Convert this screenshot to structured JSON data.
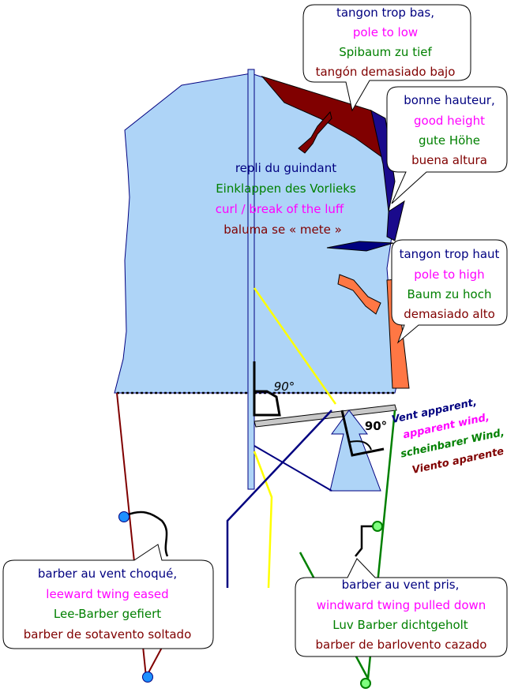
{
  "colors": {
    "sail": "#aed4f7",
    "navy": "#000080",
    "magenta": "#ff00ff",
    "green": "#008000",
    "maroon": "#800000",
    "orange": "#ff7744",
    "yellow": "#ffff00"
  },
  "callouts": {
    "pole_too_low": [
      "tangon trop bas,",
      "pole to low",
      "Spibaum zu tief",
      "tangón demasiado bajo"
    ],
    "good_height": [
      "bonne hauteur,",
      "good height",
      "gute Höhe",
      "buena altura"
    ],
    "luff_curl": [
      "repli du guindant",
      "Einklappen des Vorlieks",
      "curl / break of the luff",
      "baluma se « mete »"
    ],
    "pole_too_high": [
      "tangon trop haut",
      "pole to high",
      "Baum zu hoch",
      "demasiado alto"
    ],
    "apparent_wind": [
      "Vent apparent,",
      "apparent wind,",
      "scheinbarer Wind,",
      "Viento aparente"
    ],
    "leeward_twing": [
      "barber au vent choqué,",
      "leeward twing eased",
      "Lee-Barber gefiert",
      "barber de sotavento soltado"
    ],
    "windward_twing": [
      "barber au vent pris,",
      "windward twing pulled down",
      "Luv Barber dichtgeholt",
      "barber de barlovento cazado"
    ]
  },
  "angles": {
    "mast_angle": "90°",
    "wind_angle": "90°"
  }
}
